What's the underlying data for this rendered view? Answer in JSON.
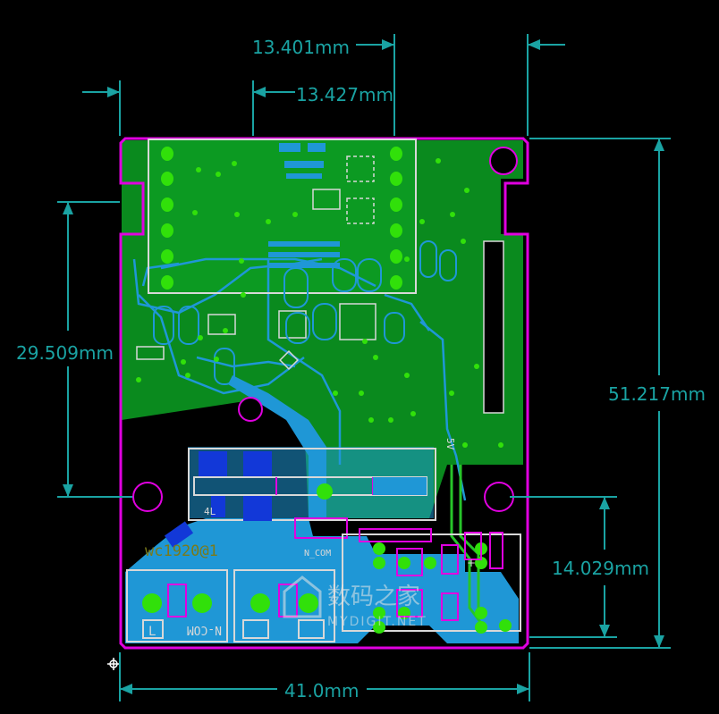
{
  "dimensions": {
    "top_width_1": "13.401mm",
    "top_width_2": "13.427mm",
    "left_height": "29.509mm",
    "right_height": "51.217mm",
    "right_lower_height": "14.029mm",
    "bottom_width": "41.0mm"
  },
  "silkscreen": {
    "board_label": "wc1920@1",
    "component_4l": "4L",
    "net_n_com": "N_COM",
    "label_5v": "5V",
    "label_plus": "+",
    "connector_left": "L",
    "connector_right": "N-COM"
  },
  "watermark": {
    "chinese": "数码之家",
    "url": "MYDIGIT.NET"
  },
  "colors": {
    "background": "#000000",
    "copper_top": "#0a8a1e",
    "copper_bottom": "#1f97d6",
    "board_outline": "#e000e0",
    "dimension": "#1aa3a3",
    "pad": "#31e00a",
    "smd_pad": "#1238d8",
    "silkscreen": "#d8d8d8"
  }
}
